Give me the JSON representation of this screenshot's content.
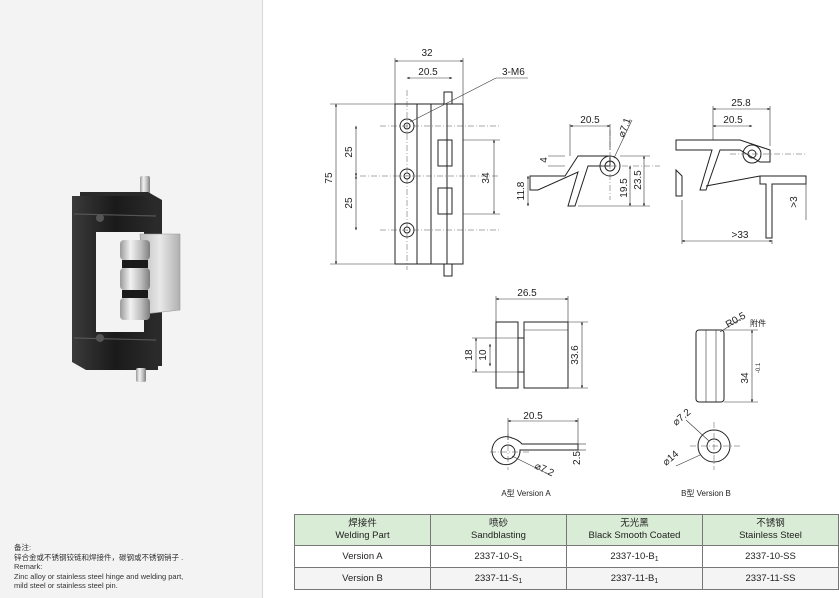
{
  "remark": {
    "cn_label": "备注:",
    "cn_text": "锌合金或不锈钢铰链和焊接件，碳钢或不锈钢销子 .",
    "en_label": "Remark:",
    "en_line1": "Zinc alloy or stainless steel hinge and welding part,",
    "en_line2": "mild steel or stainless steel pin."
  },
  "drawing": {
    "front_view": {
      "width_total": "32",
      "width_half": "20.5",
      "hole_callout": "3-M6",
      "height_total": "75",
      "pitch_upper": "25",
      "pitch_lower": "25",
      "leaf_height": "34"
    },
    "side_view_1": {
      "width": "20.5",
      "diameter": "⌀7.1",
      "step": "4",
      "height_left": "11.8",
      "height_right_a": "19.5",
      "height_right_b": "23.5"
    },
    "side_view_2": {
      "width_total": "25.8",
      "width_inner": "20.5",
      "min_length": ">33",
      "min_gap": ">3"
    },
    "welding_view": {
      "width": "26.5",
      "height_outer": "18",
      "height_inner": "10",
      "height_total": "33.6"
    },
    "version_b_pin": {
      "radius": "R0.5",
      "attachment_label": "附件",
      "length": "34",
      "tolerance": "-0.1"
    },
    "version_a_section": {
      "width": "20.5",
      "diameter": "⌀7.2",
      "thickness": "2.5",
      "caption": "A型 Version A"
    },
    "version_b_section": {
      "inner_diameter": "⌀7.2",
      "outer_diameter": "⌀14",
      "caption": "B型 Version B"
    }
  },
  "table": {
    "headers": [
      {
        "cn": "焊接件",
        "en": "Welding Part"
      },
      {
        "cn": "喷砂",
        "en": "Sandblasting"
      },
      {
        "cn": "无光黑",
        "en": "Black Smooth Coated"
      },
      {
        "cn": "不锈钢",
        "en": "Stainless Steel"
      }
    ],
    "rows": [
      {
        "label": "Version A",
        "sand_base": "2337-10-S",
        "sand_sub": "1",
        "black_base": "2337-10-B",
        "black_sub": "1",
        "stainless": "2337-10-SS"
      },
      {
        "label": "Version B",
        "sand_base": "2337-11-S",
        "sand_sub": "1",
        "black_base": "2337-11-B",
        "black_sub": "1",
        "stainless": "2337-11-SS"
      }
    ]
  },
  "colors": {
    "header_fill": "#d9ecd6",
    "panel_fill": "#f3f3f3",
    "hinge_body": "#1d1d1d",
    "hinge_metal": "#c9c9c9"
  }
}
